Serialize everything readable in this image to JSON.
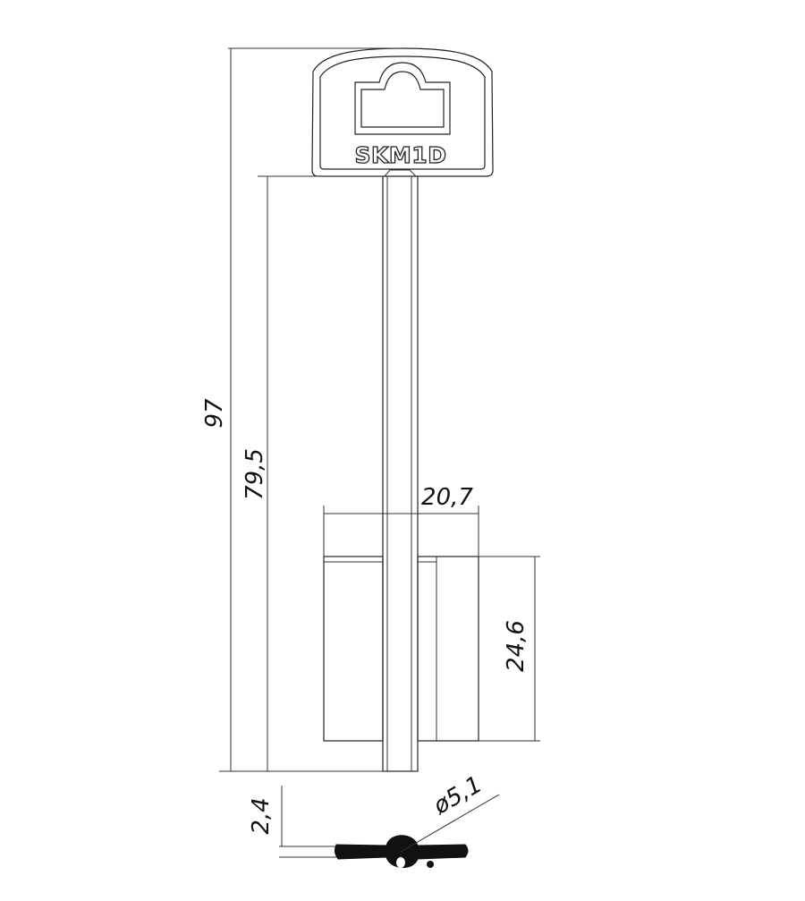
{
  "key": {
    "brand_text": "SKM1D"
  },
  "dimensions": {
    "total_length": "97",
    "blade_length": "79,5",
    "bit_width": "20,7",
    "bit_height": "24,6",
    "profile_thickness": "2,4",
    "shank_diameter": "ø5,1"
  }
}
